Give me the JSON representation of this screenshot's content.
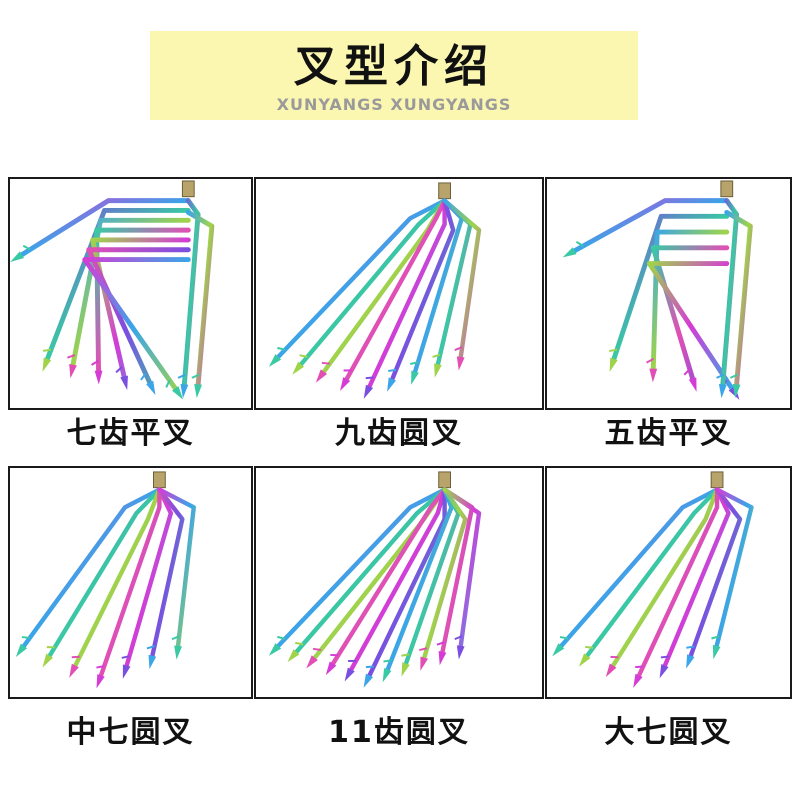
{
  "header": {
    "title": "叉型介绍",
    "subtitle": "XUNYANGS XUNGYANGS",
    "background_color": "#fbf7b1"
  },
  "products": [
    {
      "label": "七齿平叉",
      "prongs": 7,
      "shape": "flat"
    },
    {
      "label": "九齿圆叉",
      "prongs": 9,
      "shape": "round"
    },
    {
      "label": "五齿平叉",
      "prongs": 5,
      "shape": "flat"
    },
    {
      "label": "中七圆叉",
      "prongs": 7,
      "shape": "round"
    },
    {
      "label": "11齿圆叉",
      "prongs": 11,
      "shape": "round"
    },
    {
      "label": "大七圆叉",
      "prongs": 7,
      "shape": "round"
    }
  ],
  "colors": {
    "rainbow": [
      "#d53bd6",
      "#7a4fe0",
      "#3aa5e8",
      "#39c9a4",
      "#9fd44a",
      "#e14fb5"
    ],
    "border": "#1a1a1a"
  }
}
